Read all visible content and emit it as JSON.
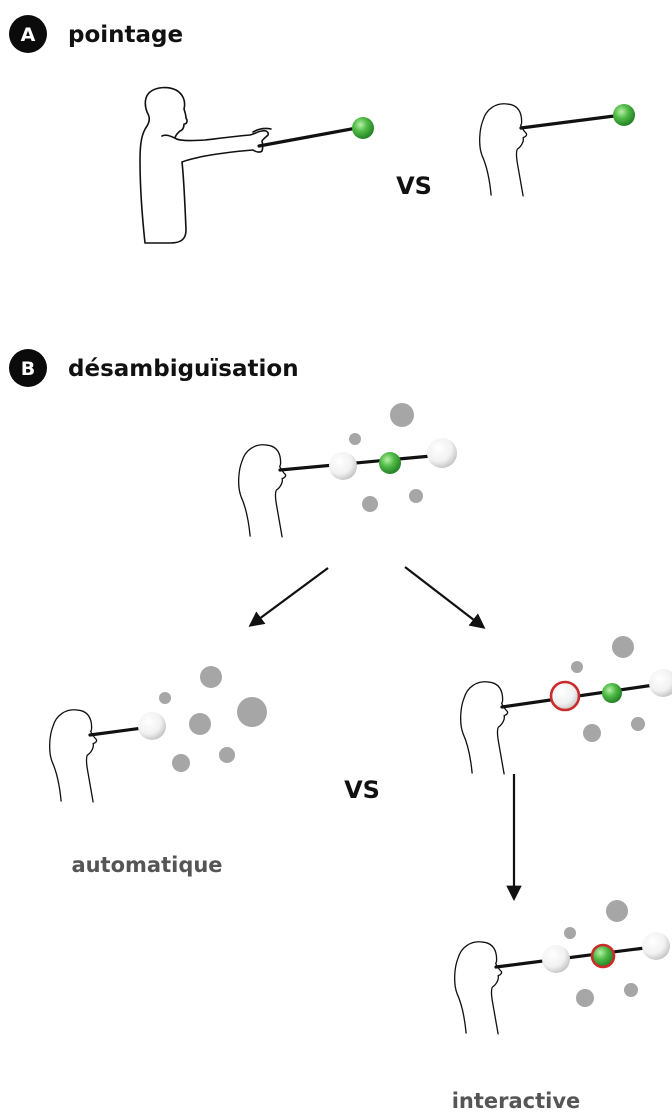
{
  "section_a": {
    "badge": "A",
    "title": "pointage",
    "vs": "VS"
  },
  "section_b": {
    "badge": "B",
    "title": "désambiguïsation",
    "vs": "VS",
    "label_auto": "automatique",
    "label_interactive": "interactive"
  },
  "colors": {
    "target_green": "#3da83a",
    "distractor_gray": "#a6a6a6",
    "highlight_red": "#cc2b2b"
  }
}
